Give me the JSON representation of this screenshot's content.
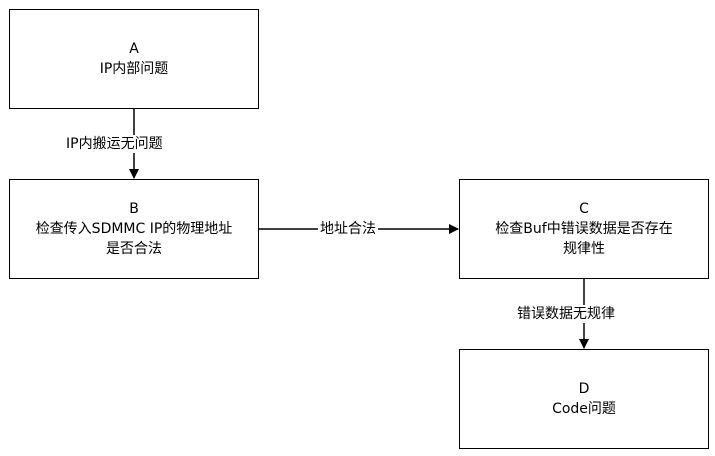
{
  "nodes": {
    "a": {
      "id": "A",
      "text": "IP内部问题"
    },
    "b": {
      "id": "B",
      "line1": "检查传入SDMMC IP的物理地址",
      "line2": "是否合法"
    },
    "c": {
      "id": "C",
      "line1": "检查Buf中错误数据是否存在",
      "line2": "规律性"
    },
    "d": {
      "id": "D",
      "text": "Code问题"
    }
  },
  "edges": {
    "ab": {
      "label": "IP内搬运无问题"
    },
    "bc": {
      "label": "地址合法"
    },
    "cd": {
      "label": "错误数据无规律"
    }
  }
}
